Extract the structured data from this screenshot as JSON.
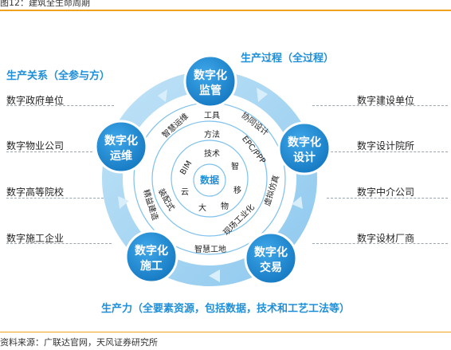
{
  "figure": {
    "title": "图12：建筑全生命周期",
    "source": "资料来源：广联达官网，天风证券研究所"
  },
  "left": {
    "title": "生产关系（全参与方）",
    "items": [
      "数字政府单位",
      "数字物业公司",
      "数字高等院校",
      "数字施工企业"
    ]
  },
  "right": {
    "title": "生产过程（全过程）",
    "items": [
      "数字建设单位",
      "数字设计院所",
      "数字中介公司",
      "数字设材厂商"
    ]
  },
  "bottom": {
    "title": "生产力（全要素资源，包括数据，技术和工艺工法等）"
  },
  "nodes": {
    "top": [
      "数字化",
      "监管"
    ],
    "right": [
      "数字化",
      "设计"
    ],
    "bottom_right": [
      "数字化",
      "交易"
    ],
    "bottom_left": [
      "数字化",
      "施工"
    ],
    "left": [
      "数字化",
      "运维"
    ]
  },
  "ring_labels": {
    "tools": "工具",
    "method": "方法",
    "tech": "技术",
    "collab": "协同设计",
    "epc": "EPC/PPP",
    "virtual": "虚拟仿真",
    "site": "现场工业化",
    "smart_site": "智慧工地",
    "lean": "精益建造",
    "smart_ops": "智慧运维",
    "assembly": "装配式"
  },
  "inner_labels": {
    "center": "数据",
    "bim": "BIM",
    "cloud": "云",
    "big": "大",
    "zhi": "智",
    "yi": "移",
    "wu": "物"
  },
  "colors": {
    "accent": "#1f8fd8",
    "node_fill": "#1a8ad4",
    "ring_light": "#a9d6f3",
    "rule": "#f0a21f"
  }
}
